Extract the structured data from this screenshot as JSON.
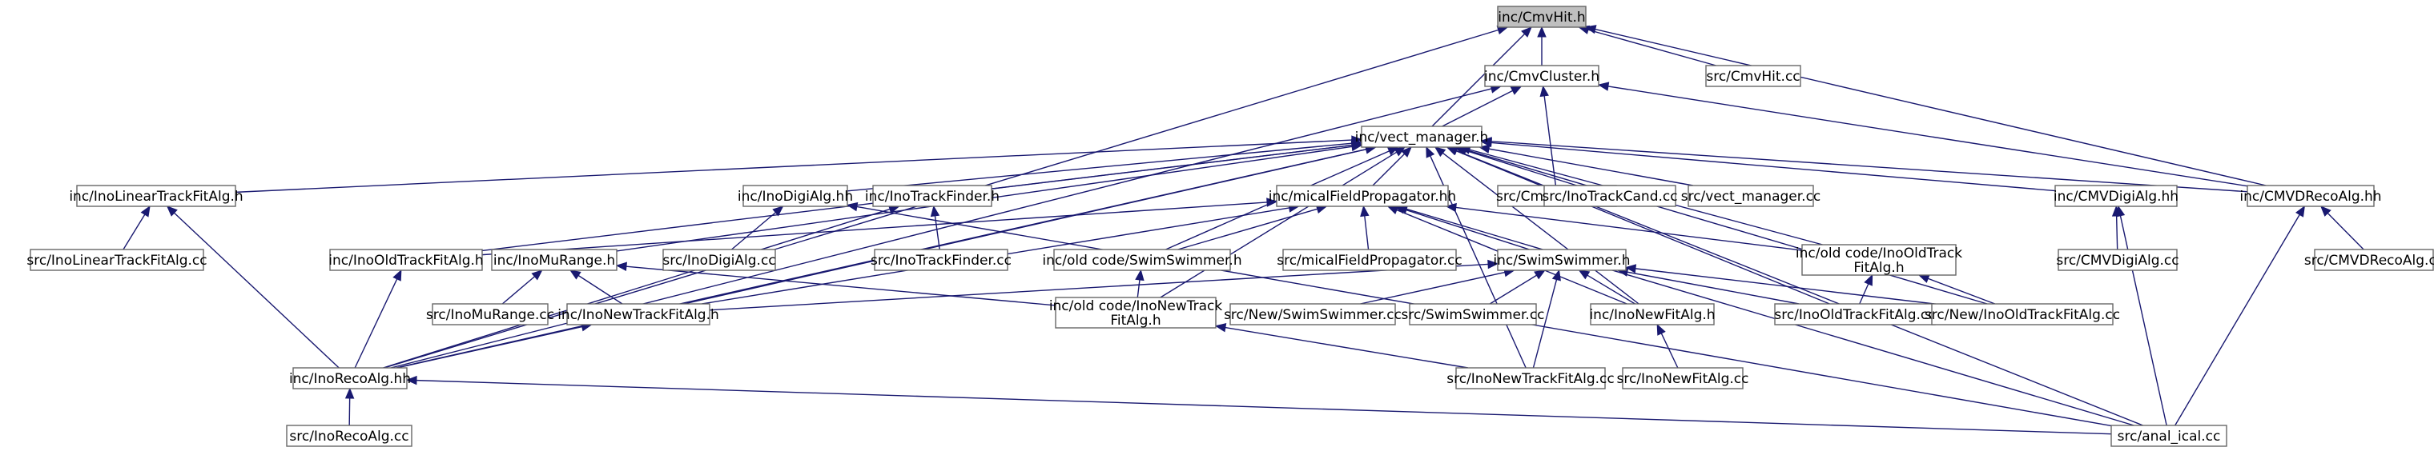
{
  "graph_title": "",
  "colors": {
    "edge": "#191970",
    "node_border": "#666666",
    "root_fill": "#bfbfbf",
    "node_fill": "#ffffff"
  },
  "nodes": {
    "n0": {
      "label": [
        "inc/CmvHit.h"
      ]
    },
    "n1": {
      "label": [
        "inc/CmvCluster.h"
      ]
    },
    "n2": {
      "label": [
        "src/CmvHit.cc"
      ]
    },
    "n3": {
      "label": [
        "inc/vect_manager.h"
      ]
    },
    "n4": {
      "label": [
        "src/CmvCluster.cc"
      ]
    },
    "n5": {
      "label": [
        "inc/CMVDRecoAlg.hh"
      ]
    },
    "n6": {
      "label": [
        "inc/InoLinearTrackFitAlg.h"
      ]
    },
    "n7": {
      "label": [
        "inc/InoDigiAlg.hh"
      ]
    },
    "n8": {
      "label": [
        "inc/InoTrackFinder.h"
      ]
    },
    "n9": {
      "label": [
        "inc/micalFieldPropagator.hh"
      ]
    },
    "n10": {
      "label": [
        "src/InoTrackCand.cc"
      ]
    },
    "n11": {
      "label": [
        "src/vect_manager.cc"
      ]
    },
    "n12": {
      "label": [
        "inc/CMVDigiAlg.hh"
      ]
    },
    "n13": {
      "label": [
        "src/InoLinearTrackFitAlg.cc"
      ]
    },
    "n14": {
      "label": [
        "inc/InoOldTrackFitAlg.h"
      ]
    },
    "n15": {
      "label": [
        "inc/InoMuRange.h"
      ]
    },
    "n16": {
      "label": [
        "src/InoDigiAlg.cc"
      ]
    },
    "n17": {
      "label": [
        "src/InoTrackFinder.cc"
      ]
    },
    "n18": {
      "label": [
        "inc/old code/SwimSwimmer.h"
      ]
    },
    "n19": {
      "label": [
        "src/micalFieldPropagator.cc"
      ]
    },
    "n20": {
      "label": [
        "inc/SwimSwimmer.h"
      ]
    },
    "n21": {
      "label": [
        "inc/old code/InoOldTrack",
        "FitAlg.h"
      ]
    },
    "n22": {
      "label": [
        "src/CMVDigiAlg.cc"
      ]
    },
    "n23": {
      "label": [
        "src/CMVDRecoAlg.cc"
      ]
    },
    "n24": {
      "label": [
        "src/InoMuRange.cc"
      ]
    },
    "n25": {
      "label": [
        "inc/InoNewTrackFitAlg.h"
      ]
    },
    "n26": {
      "label": [
        "inc/old code/InoNewTrack",
        "FitAlg.h"
      ]
    },
    "n27": {
      "label": [
        "src/New/SwimSwimmer.cc"
      ]
    },
    "n28": {
      "label": [
        "src/SwimSwimmer.cc"
      ]
    },
    "n29": {
      "label": [
        "inc/InoNewFitAlg.h"
      ]
    },
    "n30": {
      "label": [
        "src/InoOldTrackFitAlg.cc"
      ]
    },
    "n31": {
      "label": [
        "src/New/InoOldTrackFitAlg.cc"
      ]
    },
    "n32": {
      "label": [
        "inc/InoRecoAlg.hh"
      ]
    },
    "n33": {
      "label": [
        "src/InoNewTrackFitAlg.cc"
      ]
    },
    "n34": {
      "label": [
        "src/InoNewFitAlg.cc"
      ]
    },
    "n35": {
      "label": [
        "src/InoRecoAlg.cc"
      ]
    },
    "n36": {
      "label": [
        "src/anal_ical.cc"
      ]
    }
  },
  "edges": [
    [
      "n0",
      "n1"
    ],
    [
      "n0",
      "n2"
    ],
    [
      "n0",
      "n3"
    ],
    [
      "n0",
      "n5"
    ],
    [
      "n0",
      "n32"
    ],
    [
      "n1",
      "n3"
    ],
    [
      "n1",
      "n4"
    ],
    [
      "n1",
      "n5"
    ],
    [
      "n1",
      "n32"
    ],
    [
      "n3",
      "n5"
    ],
    [
      "n3",
      "n6"
    ],
    [
      "n3",
      "n7"
    ],
    [
      "n3",
      "n8"
    ],
    [
      "n3",
      "n9"
    ],
    [
      "n3",
      "n10"
    ],
    [
      "n3",
      "n11"
    ],
    [
      "n3",
      "n12"
    ],
    [
      "n3",
      "n14"
    ],
    [
      "n3",
      "n15"
    ],
    [
      "n3",
      "n18"
    ],
    [
      "n3",
      "n21"
    ],
    [
      "n3",
      "n25"
    ],
    [
      "n3",
      "n26"
    ],
    [
      "n3",
      "n29"
    ],
    [
      "n3",
      "n30"
    ],
    [
      "n3",
      "n31"
    ],
    [
      "n3",
      "n32"
    ],
    [
      "n3",
      "n33"
    ],
    [
      "n3",
      "n36"
    ],
    [
      "n5",
      "n23"
    ],
    [
      "n5",
      "n36"
    ],
    [
      "n6",
      "n13"
    ],
    [
      "n6",
      "n32"
    ],
    [
      "n7",
      "n16"
    ],
    [
      "n7",
      "n36"
    ],
    [
      "n8",
      "n17"
    ],
    [
      "n8",
      "n32"
    ],
    [
      "n9",
      "n14"
    ],
    [
      "n9",
      "n18"
    ],
    [
      "n9",
      "n19"
    ],
    [
      "n9",
      "n20"
    ],
    [
      "n9",
      "n21"
    ],
    [
      "n9",
      "n25"
    ],
    [
      "n9",
      "n29"
    ],
    [
      "n9",
      "n36"
    ],
    [
      "n12",
      "n22"
    ],
    [
      "n12",
      "n36"
    ],
    [
      "n14",
      "n32"
    ],
    [
      "n15",
      "n24"
    ],
    [
      "n15",
      "n25"
    ],
    [
      "n15",
      "n26"
    ],
    [
      "n18",
      "n26"
    ],
    [
      "n20",
      "n25"
    ],
    [
      "n20",
      "n27"
    ],
    [
      "n20",
      "n28"
    ],
    [
      "n20",
      "n29"
    ],
    [
      "n20",
      "n30"
    ],
    [
      "n20",
      "n31"
    ],
    [
      "n20",
      "n33"
    ],
    [
      "n21",
      "n30"
    ],
    [
      "n21",
      "n31"
    ],
    [
      "n25",
      "n32"
    ],
    [
      "n26",
      "n33"
    ],
    [
      "n29",
      "n34"
    ],
    [
      "n32",
      "n35"
    ],
    [
      "n32",
      "n36"
    ]
  ]
}
